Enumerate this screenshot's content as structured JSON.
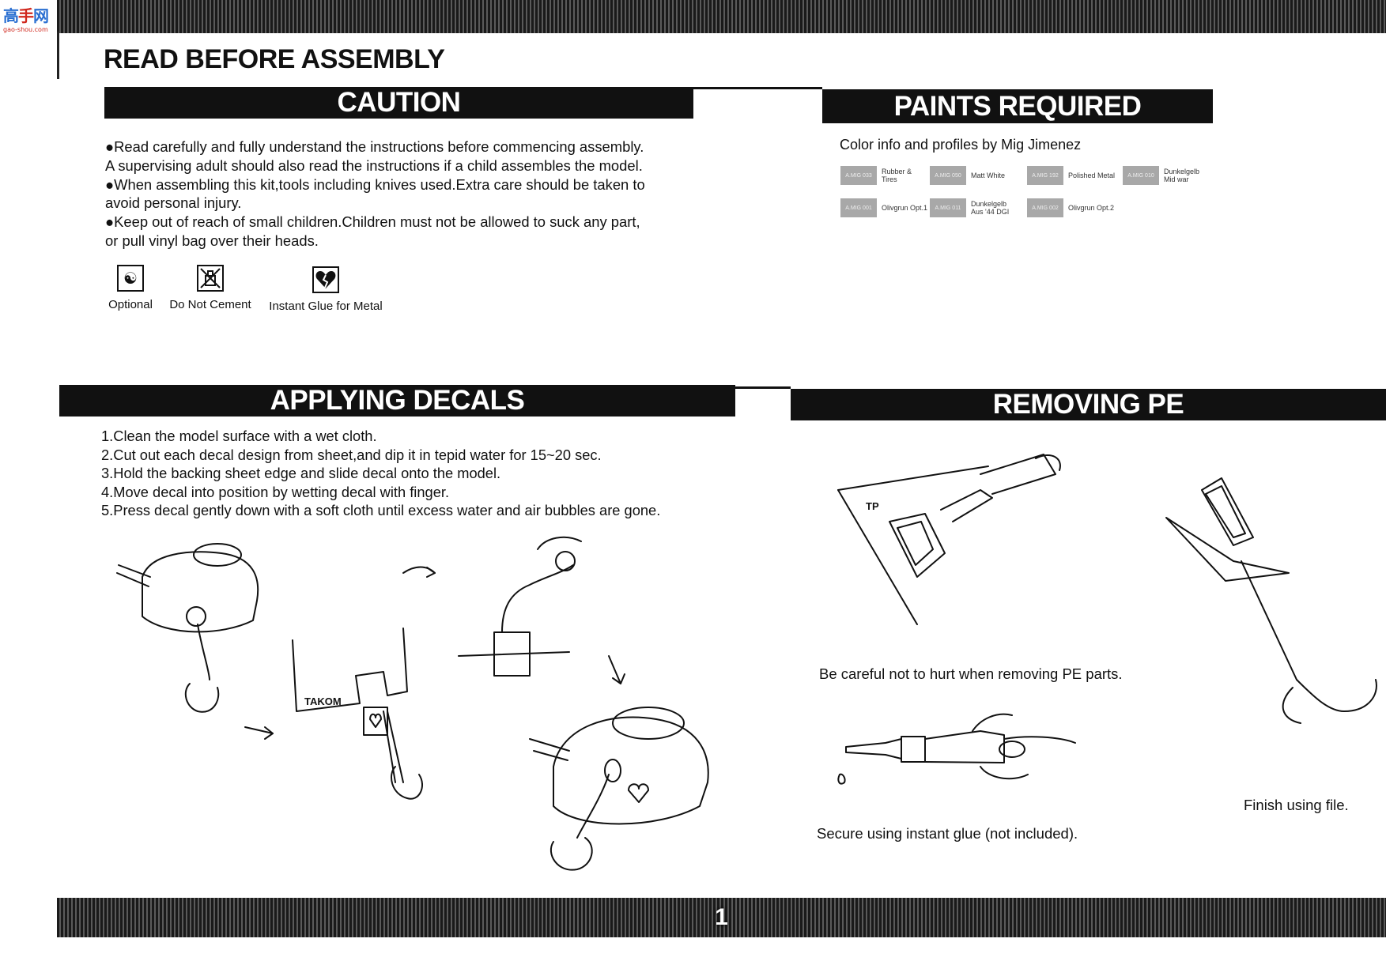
{
  "watermark": {
    "title_blue": "高",
    "title_red": "手",
    "title_blue2": "网",
    "url": "gao-shou.com"
  },
  "document": {
    "title": "READ BEFORE ASSEMBLY",
    "page_number": "1"
  },
  "caution": {
    "heading": "CAUTION",
    "lines": [
      "●Read carefully and fully understand the instructions before commencing assembly.",
      "A supervising adult should also read the instructions if a child assembles the model.",
      "●When assembling this kit,tools including knives used.Extra care should be taken to",
      "avoid personal injury.",
      "●Keep out of reach of small children.Children must not be allowed to suck any part,",
      "or pull vinyl bag over their heads."
    ],
    "legend": [
      {
        "icon": "yin-yang-icon",
        "label": "Optional"
      },
      {
        "icon": "no-cement-icon",
        "label": "Do Not Cement"
      },
      {
        "icon": "broken-heart-icon",
        "label": "Instant Glue for Metal"
      }
    ]
  },
  "paints": {
    "heading": "PAINTS REQUIRED",
    "subtitle": "Color info and profiles by Mig Jimenez",
    "chips": [
      {
        "code": "A.MIG 033",
        "name": "Rubber & Tires"
      },
      {
        "code": "A.MIG 050",
        "name": "Matt White"
      },
      {
        "code": "A.MIG 192",
        "name": "Polished Metal"
      },
      {
        "code": "A.MIG 010",
        "name": "Dunkelgelb Mid war"
      },
      {
        "code": "A.MIG 001",
        "name": "Olivgrun Opt.1"
      },
      {
        "code": "A.MIG 011",
        "name": "Dunkelgelb Aus '44 DGI"
      },
      {
        "code": "A.MIG 002",
        "name": "Olivgrun Opt.2"
      }
    ],
    "chip_color": "#a8a8a8"
  },
  "decals": {
    "heading": "APPLYING DECALS",
    "steps": [
      "1.Clean the model surface with a wet cloth.",
      "2.Cut out each decal design from sheet,and dip it in tepid water for 15~20 sec.",
      "3.Hold the backing sheet edge and slide decal onto the model.",
      "4.Move decal into position by wetting decal with finger.",
      "5.Press decal gently down with a soft cloth until excess water and air bubbles are gone."
    ],
    "sheet_brand": "TAKOM"
  },
  "pe": {
    "heading": "REMOVING PE",
    "fret_label": "TP",
    "captions": [
      "Be careful not to hurt when removing PE parts.",
      "Secure using instant glue (not included).",
      "Finish using file."
    ]
  }
}
